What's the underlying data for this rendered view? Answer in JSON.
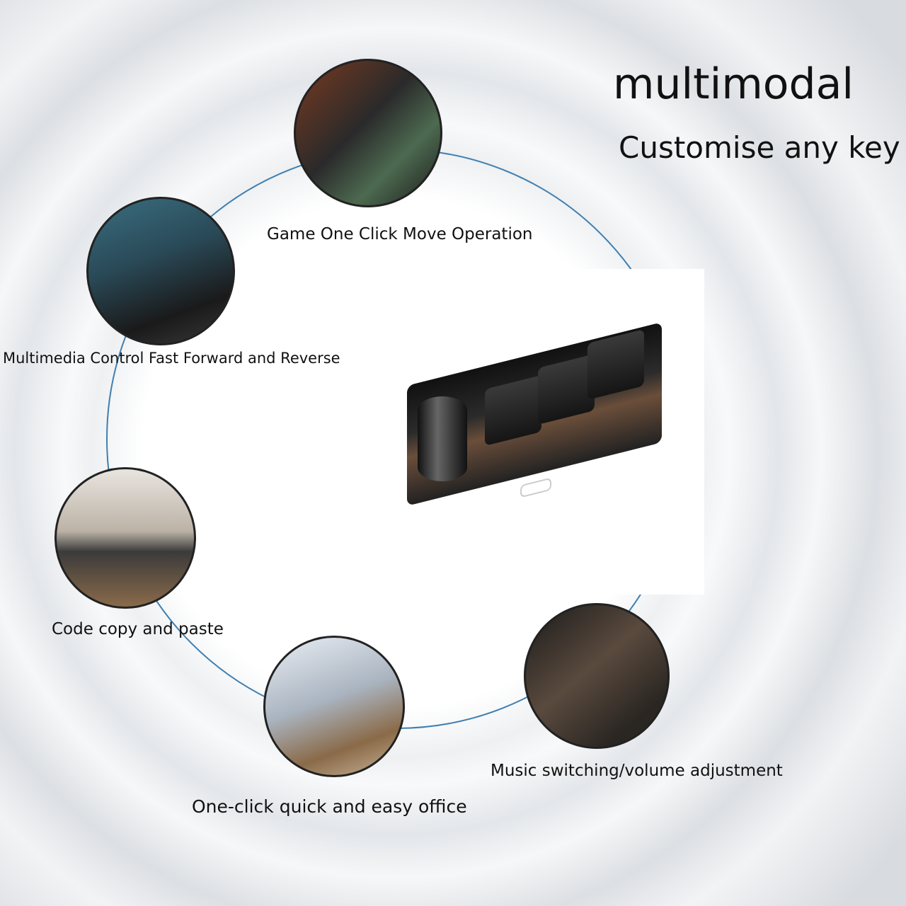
{
  "heading": {
    "title": "multimodal",
    "subtitle": "Customise any key"
  },
  "features": [
    {
      "label": "Game One Click Move Operation",
      "image": "gaming-headset-photo"
    },
    {
      "label": "Multimedia Control Fast Forward and Reverse",
      "image": "movie-screen-photo"
    },
    {
      "label": "Code copy and paste",
      "image": "desk-monitors-photo"
    },
    {
      "label": "One-click quick and easy office",
      "image": "laptop-coffee-photo"
    },
    {
      "label": "Music switching/volume adjustment",
      "image": "headphones-music-photo"
    }
  ],
  "colors": {
    "ring": "#3f7fb0"
  }
}
